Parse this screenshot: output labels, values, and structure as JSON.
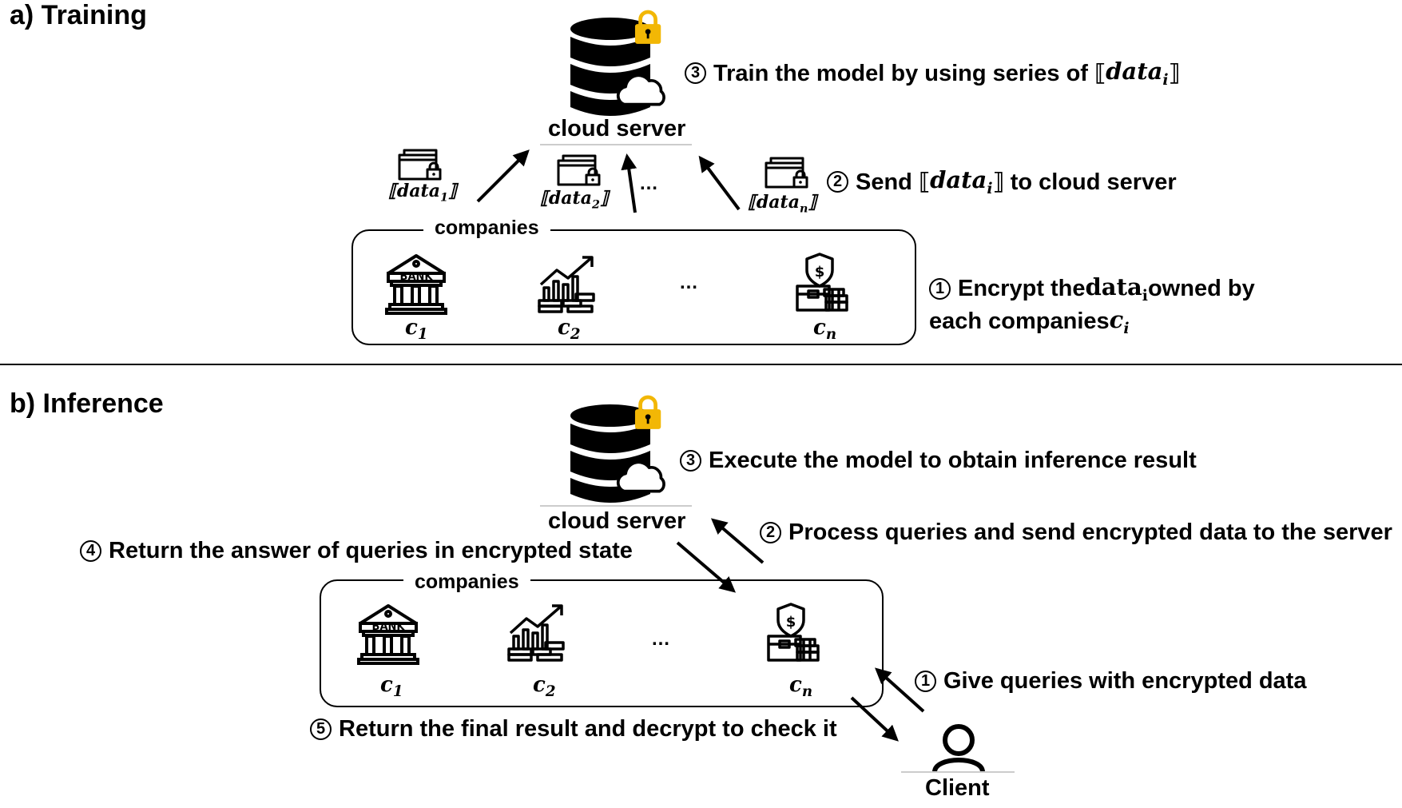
{
  "training": {
    "title": "a) Training",
    "server_label": "cloud server",
    "companies_label": "companies",
    "step3": {
      "num": "3",
      "text": "Train the model by using series of ⟦",
      "var": "data",
      "sub": "i",
      "close": "⟧"
    },
    "step2": {
      "num": "2",
      "text": "Send ⟦",
      "var": "data",
      "sub": "i",
      "close": "⟧ to cloud server"
    },
    "step1": {
      "num": "1",
      "line1_a": "Encrypt the ",
      "line1_var": "data",
      "line1_sub": "i",
      "line1_b": " owned by",
      "line2_a": "each companies ",
      "line2_var": "c",
      "line2_sub": "i"
    },
    "packets": [
      {
        "open": "⟦",
        "var": "data",
        "sub": "1",
        "close": "⟧"
      },
      {
        "open": "⟦",
        "var": "data",
        "sub": "2",
        "close": "⟧"
      },
      {
        "open": "⟦",
        "var": "data",
        "sub": "n",
        "close": "⟧"
      }
    ],
    "packet_ellipsis": "…",
    "company_ellipsis": "…",
    "companies": [
      {
        "icon": "bank-icon",
        "bank_text": "BANK",
        "var": "c",
        "sub": "1"
      },
      {
        "icon": "stock-growth-icon",
        "var": "c",
        "sub": "2"
      },
      {
        "icon": "money-shield-icon",
        "var": "c",
        "sub": "n"
      }
    ]
  },
  "inference": {
    "title": "b) Inference",
    "server_label": "cloud server",
    "companies_label": "companies",
    "step3": {
      "num": "3",
      "text": "Execute the model to obtain inference result"
    },
    "step2": {
      "num": "2",
      "text": "Process queries and send encrypted data to the server"
    },
    "step4": {
      "num": "4",
      "text": "Return the answer of queries in encrypted state"
    },
    "step1": {
      "num": "1",
      "text": "Give queries with encrypted data"
    },
    "step5": {
      "num": "5",
      "text": "Return the final result and decrypt to check it"
    },
    "client_label": "Client",
    "company_ellipsis": "…",
    "companies": [
      {
        "icon": "bank-icon",
        "bank_text": "BANK",
        "var": "c",
        "sub": "1"
      },
      {
        "icon": "stock-growth-icon",
        "var": "c",
        "sub": "2"
      },
      {
        "icon": "money-shield-icon",
        "var": "c",
        "sub": "n"
      }
    ]
  },
  "colors": {
    "lock": "#F2B705",
    "ink": "#000000"
  }
}
